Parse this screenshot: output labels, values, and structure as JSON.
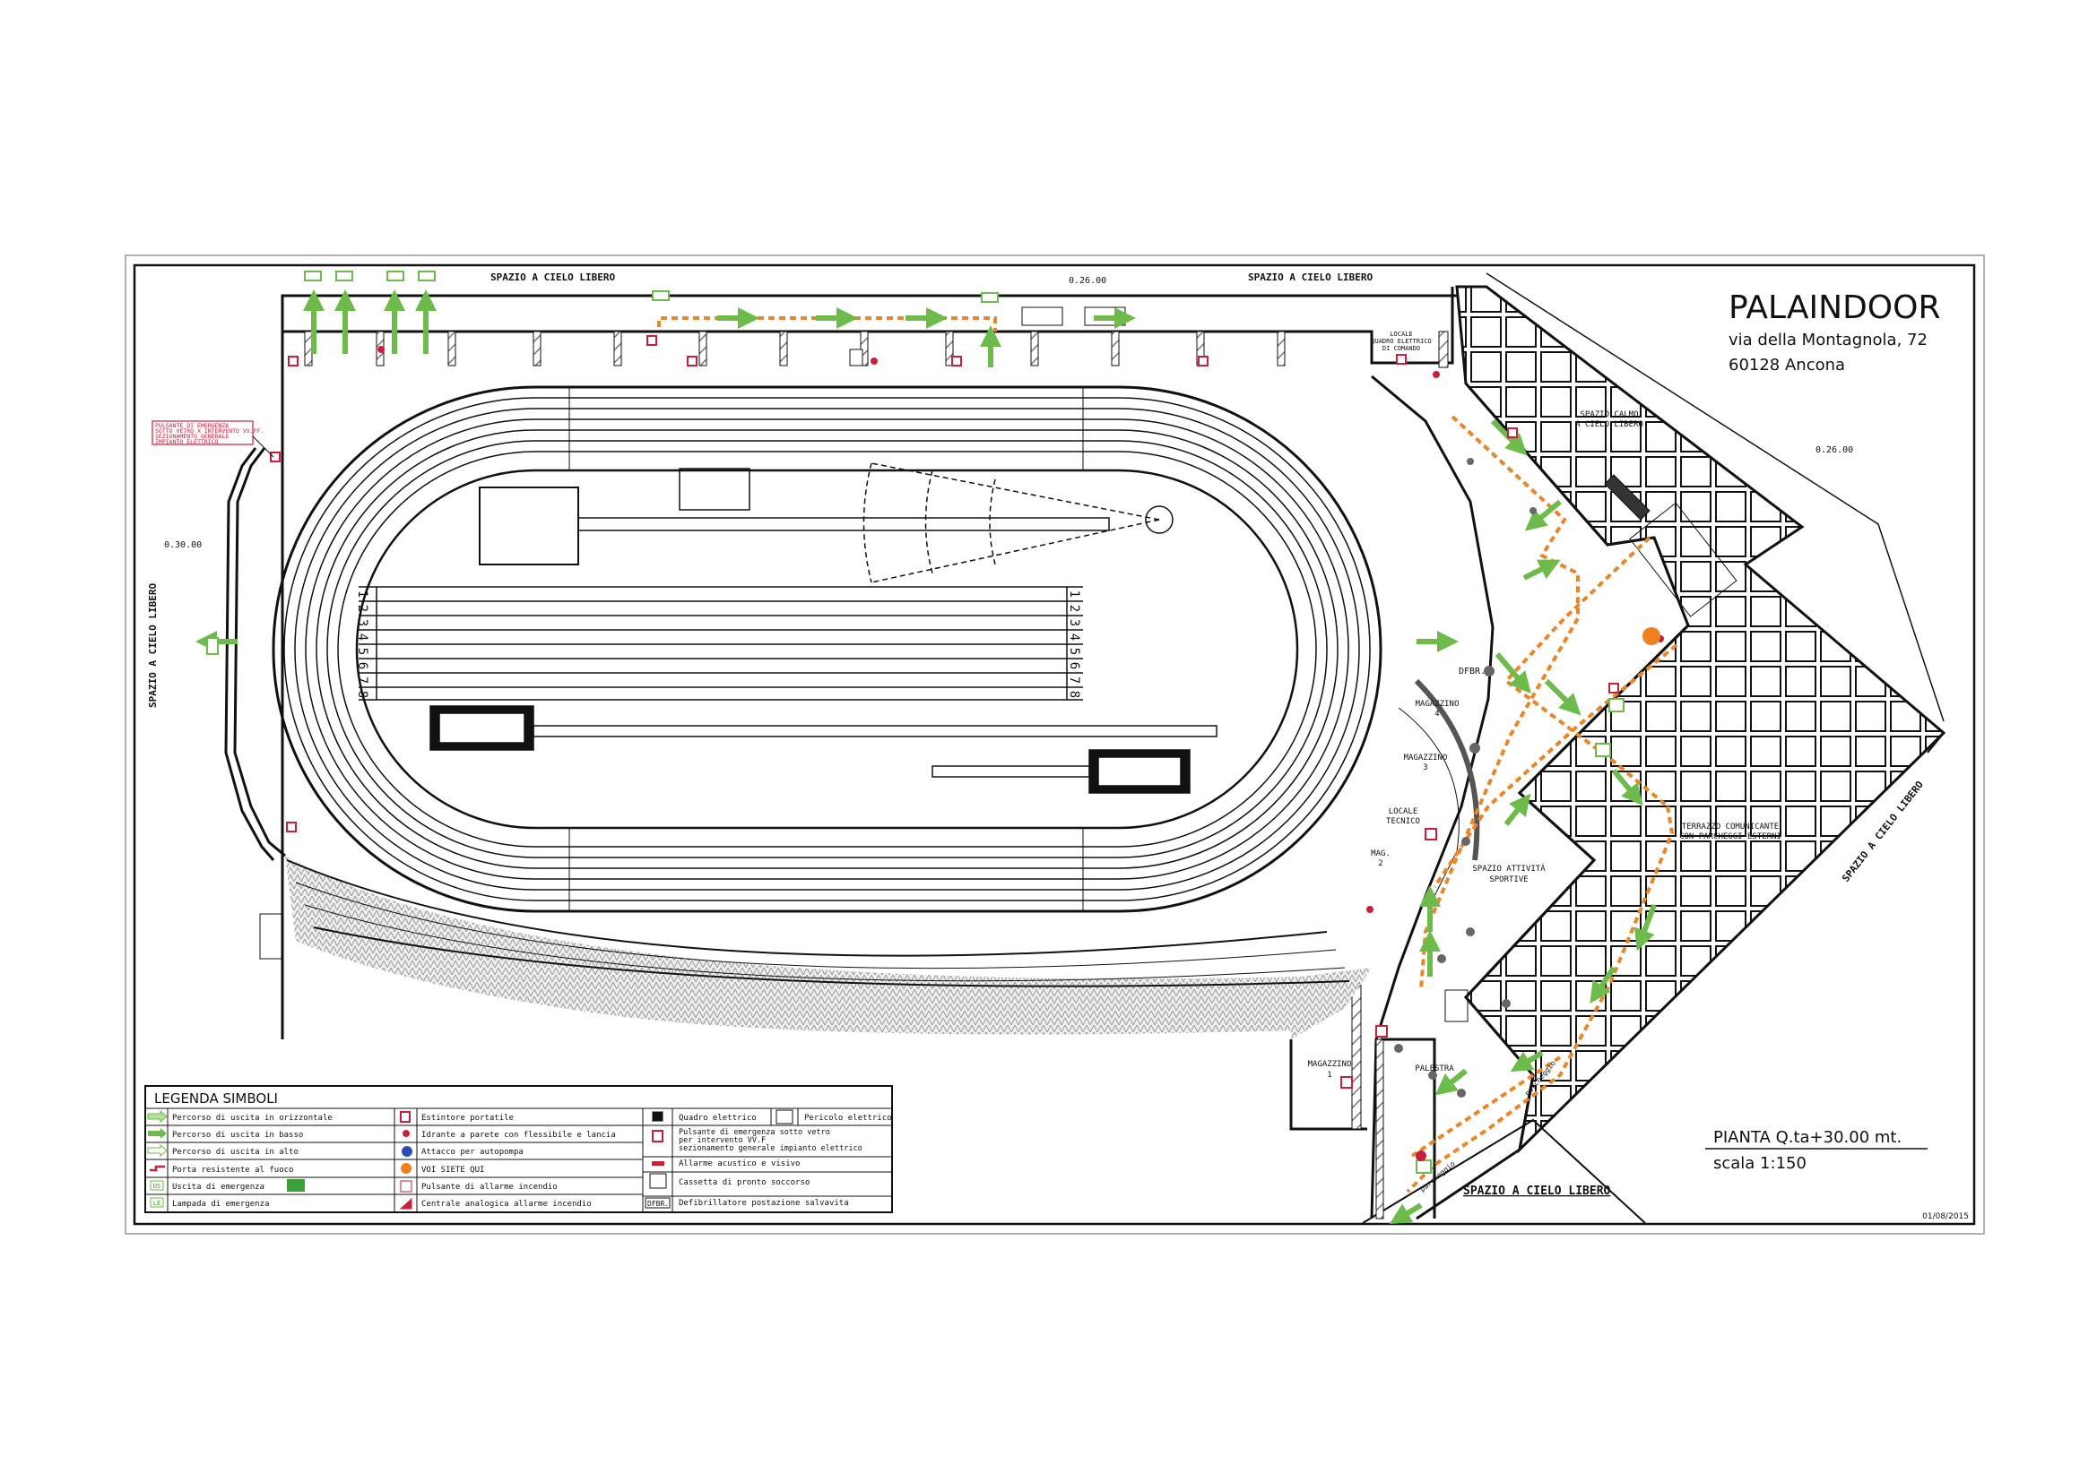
{
  "title_block": {
    "name": "PALAINDOOR",
    "address": "via della Montagnola, 72",
    "city": "60128 Ancona",
    "plan": "PIANTA Q.ta+30.00 mt.",
    "scale": "scala 1:150",
    "date": "01/08/2015"
  },
  "labels": {
    "open_top_left": "SPAZIO A CIELO LIBERO",
    "open_top_right": "SPAZIO A CIELO LIBERO",
    "open_left": "SPAZIO A CIELO LIBERO",
    "open_right": "SPAZIO A CIELO LIBERO",
    "open_bottom": "SPAZIO A CIELO LIBERO",
    "level_top": "0.26.00",
    "level_right": "0.26.00",
    "level_left": "0.30.00",
    "calm_space": [
      "SPAZIO CALMO",
      "A CIELO LIBERO"
    ],
    "terrace": [
      "TERRAZZO COMUNICANTE",
      "CON PARCHEGGI ESTERNI"
    ],
    "sports_space": [
      "SPAZIO ATTIVITÀ",
      "SPORTIVE"
    ],
    "mag4": [
      "MAGAZZINO",
      "4"
    ],
    "mag3": [
      "MAGAZZINO",
      "3"
    ],
    "tech_room": [
      "LOCALE",
      "TECNICO"
    ],
    "mag2": [
      "MAG.",
      "2"
    ],
    "mag1": [
      "MAGAZZINO",
      "1"
    ],
    "gym": "PALESTRA",
    "control_room": [
      "LOCALE",
      "QUADRO ELETTRICO",
      "DI COMANDO"
    ],
    "dfbr": "DFBR.",
    "parking_1": "parcheggio",
    "parking_2": "parcheggio",
    "emergency_note": [
      "PULSANTE DI EMERGENZA",
      "SOTTO VETRO X INTERVENTO VV.FF.",
      "SEZIONAMENTO GENERALE",
      "IMPIANTO ELETTRICO"
    ],
    "lanes": [
      "1",
      "2",
      "3",
      "4",
      "5",
      "6",
      "7",
      "8"
    ]
  },
  "legend": {
    "title": "LEGENDA SIMBOLI",
    "col1": [
      {
        "icon": "arrow-horizontal-icon",
        "label": "Percorso di uscita in orizzontale"
      },
      {
        "icon": "arrow-down-icon",
        "label": "Percorso di uscita in basso"
      },
      {
        "icon": "arrow-up-icon",
        "label": "Percorso di uscita in alto"
      },
      {
        "icon": "fire-door-icon",
        "label": "Porta resistente al fuoco"
      },
      {
        "icon": "emergency-exit-icon",
        "label": "Uscita di emergenza"
      },
      {
        "icon": "emergency-lamp-icon",
        "label": "Lampada di emergenza"
      }
    ],
    "col2": [
      {
        "icon": "extinguisher-icon",
        "label": "Estintore portatile"
      },
      {
        "icon": "hydrant-icon",
        "label": "Idrante a parete con flessibile e lancia"
      },
      {
        "icon": "pump-connection-icon",
        "label": "Attacco per autopompa"
      },
      {
        "icon": "you-are-here-icon",
        "label": "VOI SIETE QUI"
      },
      {
        "icon": "fire-alarm-button-icon",
        "label": "Pulsante di allarme incendio"
      },
      {
        "icon": "fire-alarm-panel-icon",
        "label": "Centrale analogica allarme incendio"
      }
    ],
    "col3": [
      {
        "icon": "electrical-panel-icon",
        "label": "Quadro elettrico"
      },
      {
        "icon": "emergency-button-icon",
        "label": [
          "Pulsante di emergenza sotto vetro",
          "per intervento VV.F",
          "sezionamento generale impianto elettrico"
        ]
      },
      {
        "icon": "alarm-siren-icon",
        "label": "Allarme acustico e visivo"
      },
      {
        "icon": "first-aid-icon",
        "label": "Cassetta di pronto soccorso"
      },
      {
        "icon": "defibrillator-icon",
        "label": "Defibrillatore postazione salvavita"
      }
    ],
    "electrical_hazard": "Pericolo elettrico",
    "exit_code": "US",
    "lamp_code": "LE",
    "dfbr_code": "DFBR."
  },
  "colors": {
    "route_orange": "#e8862a",
    "arrow_green": "#6dbb4a",
    "alarm_red": "#c8203a",
    "you_are_here": "#f08020",
    "pump_blue": "#2a4fb0"
  }
}
